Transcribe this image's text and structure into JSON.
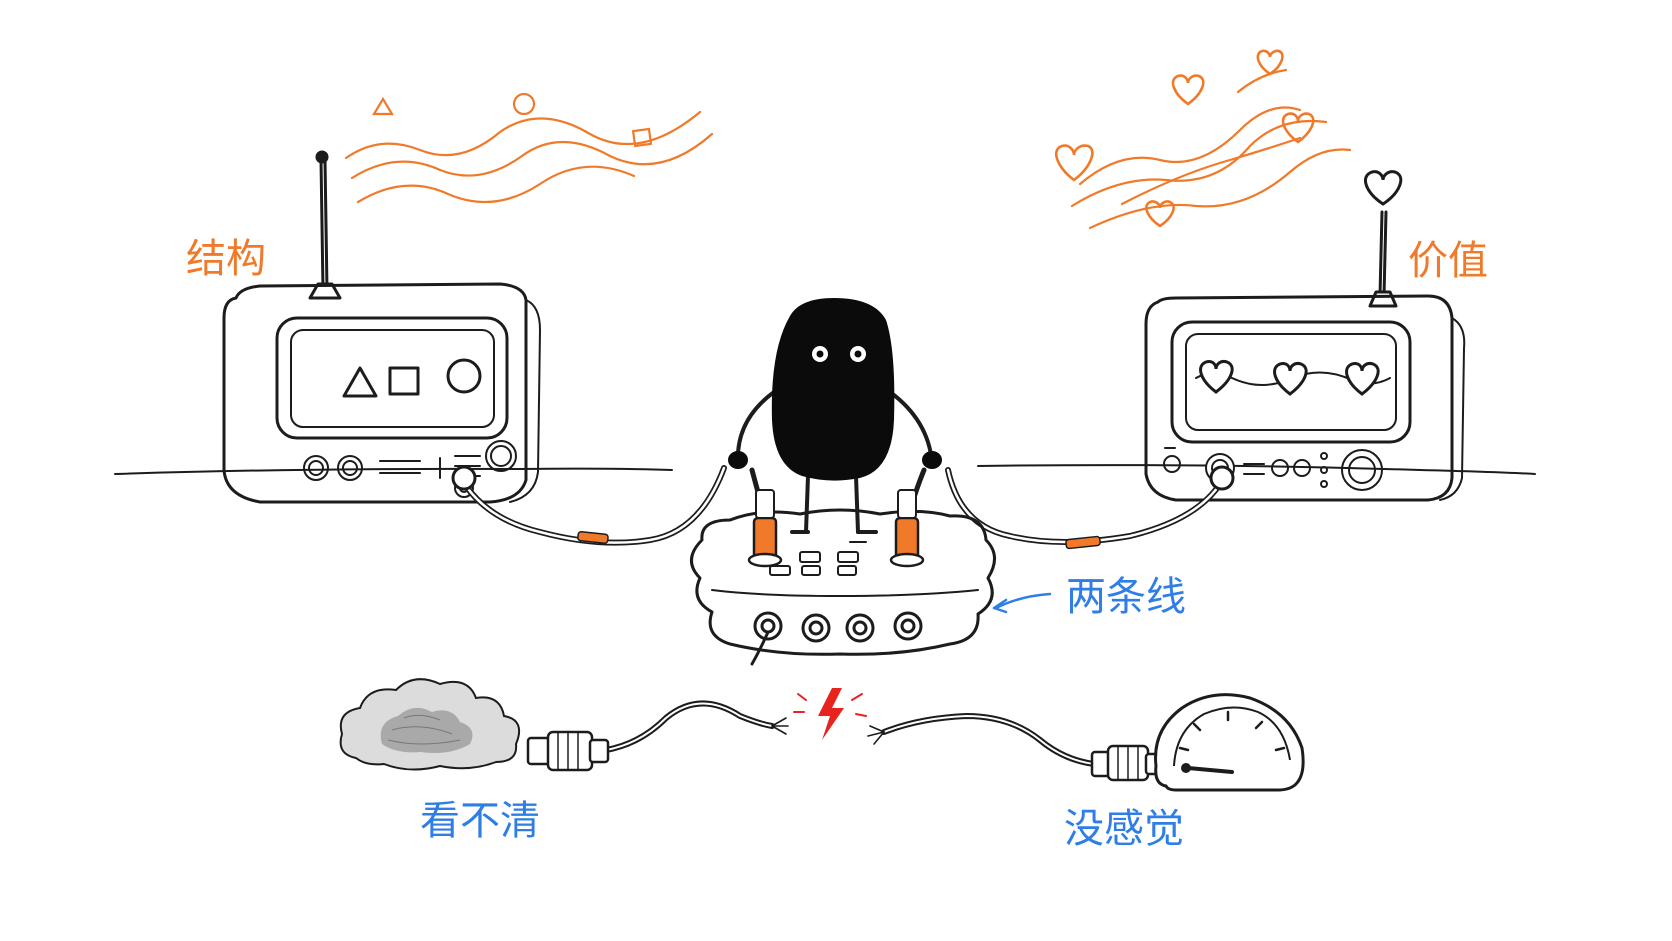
{
  "labels": {
    "structure": "结构",
    "value": "价值",
    "two_lines": "两条线",
    "blurry": "看不清",
    "numb": "没感觉"
  },
  "colors": {
    "orange": "#f07a2a",
    "blue": "#2f7ee6",
    "red": "#e8231e",
    "ink": "#1c1c1c",
    "character": "#0b0b0b"
  },
  "icons": {
    "left_screen": [
      "triangle-icon",
      "square-icon",
      "circle-icon"
    ],
    "right_screen": [
      "heart-icon",
      "heart-icon",
      "heart-icon"
    ],
    "spark": "lightning-icon"
  }
}
